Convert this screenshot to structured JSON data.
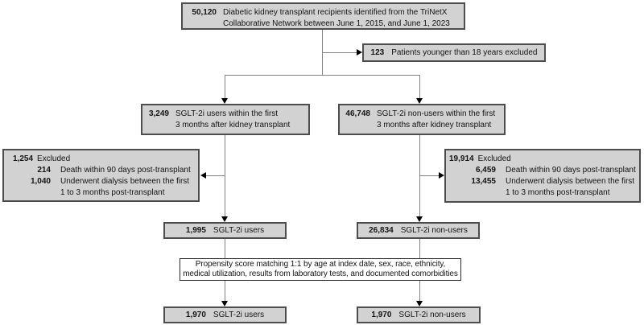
{
  "diagram": {
    "top": {
      "count": "50,120",
      "line1": "Diabetic kidney transplant recipients identified from the TriNetX",
      "line2": "Collaborative Network between June 1, 2015, and June 1, 2023"
    },
    "age_excluded": {
      "count": "123",
      "label": "Patients younger than 18 years excluded"
    },
    "users_initial": {
      "count": "3,249",
      "line1": "SGLT-2i users within the first",
      "line2": "3 months after kidney transplant"
    },
    "nonusers_initial": {
      "count": "46,748",
      "line1": "SGLT-2i non-users within the first",
      "line2": "3 months after kidney transplant"
    },
    "users_excluded": {
      "count": "1,254",
      "label": "Excluded",
      "reason1_count": "214",
      "reason1": "Death within 90 days post-transplant",
      "reason2_count": "1,040",
      "reason2_line1": "Underwent dialysis between the first",
      "reason2_line2": "1 to 3 months post-transplant"
    },
    "nonusers_excluded": {
      "count": "19,914",
      "label": "Excluded",
      "reason1_count": "6,459",
      "reason1": "Death within 90 days post-transplant",
      "reason2_count": "13,455",
      "reason2_line1": "Underwent dialysis between the first",
      "reason2_line2": "1 to 3 months post-transplant"
    },
    "users_eligible": {
      "count": "1,995",
      "label": "SGLT-2i users"
    },
    "nonusers_eligible": {
      "count": "26,834",
      "label": "SGLT-2i non-users"
    },
    "matching": {
      "line1": "Propensity score matching 1:1 by age at index date, sex, race, ethnicity,",
      "line2": "medical utilization, results from laboratory tests, and documented comorbidities"
    },
    "users_matched": {
      "count": "1,970",
      "label": "SGLT-2i users"
    },
    "nonusers_matched": {
      "count": "1,970",
      "label": "SGLT-2i non-users"
    }
  },
  "colors": {
    "box_fill": "#d2d2d2",
    "box_border": "#4d4d4d",
    "matching_fill": "#ffffff",
    "connector_line": "#828282",
    "arrowhead": "#000000",
    "text": "#141414"
  }
}
